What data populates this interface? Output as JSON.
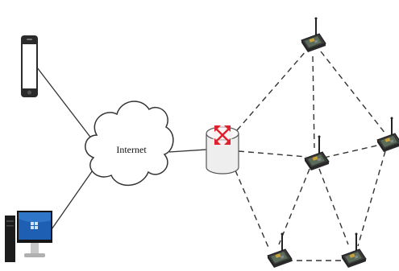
{
  "cloud": {
    "label": "Internet",
    "icon": "cloud-icon"
  },
  "devices": {
    "phone": {
      "icon": "smartphone-icon"
    },
    "desktop": {
      "icon": "desktop-computer-icon"
    },
    "router": {
      "icon": "router-icon"
    },
    "sensor_nodes": [
      {
        "icon": "wireless-sensor-node-icon"
      },
      {
        "icon": "wireless-sensor-node-icon"
      },
      {
        "icon": "wireless-sensor-node-icon"
      },
      {
        "icon": "wireless-sensor-node-icon"
      },
      {
        "icon": "wireless-sensor-node-icon"
      }
    ]
  },
  "links": {
    "wired": [
      "phone-cloud",
      "desktop-cloud",
      "cloud-router"
    ],
    "wireless": [
      "router-node1",
      "router-node2",
      "router-node4",
      "node1-node2",
      "node1-node3",
      "node2-node3",
      "node2-node4",
      "node2-node5",
      "node3-node5",
      "node4-node5"
    ]
  },
  "colors": {
    "line": "#333333",
    "router_arrows": "#e0202a",
    "router_body": "#f4f4f4",
    "desktop_screen": "#1e5fb3",
    "phone_screen": "#ffffff",
    "node_board": "#3a3a3a",
    "node_antenna": "#222222"
  }
}
